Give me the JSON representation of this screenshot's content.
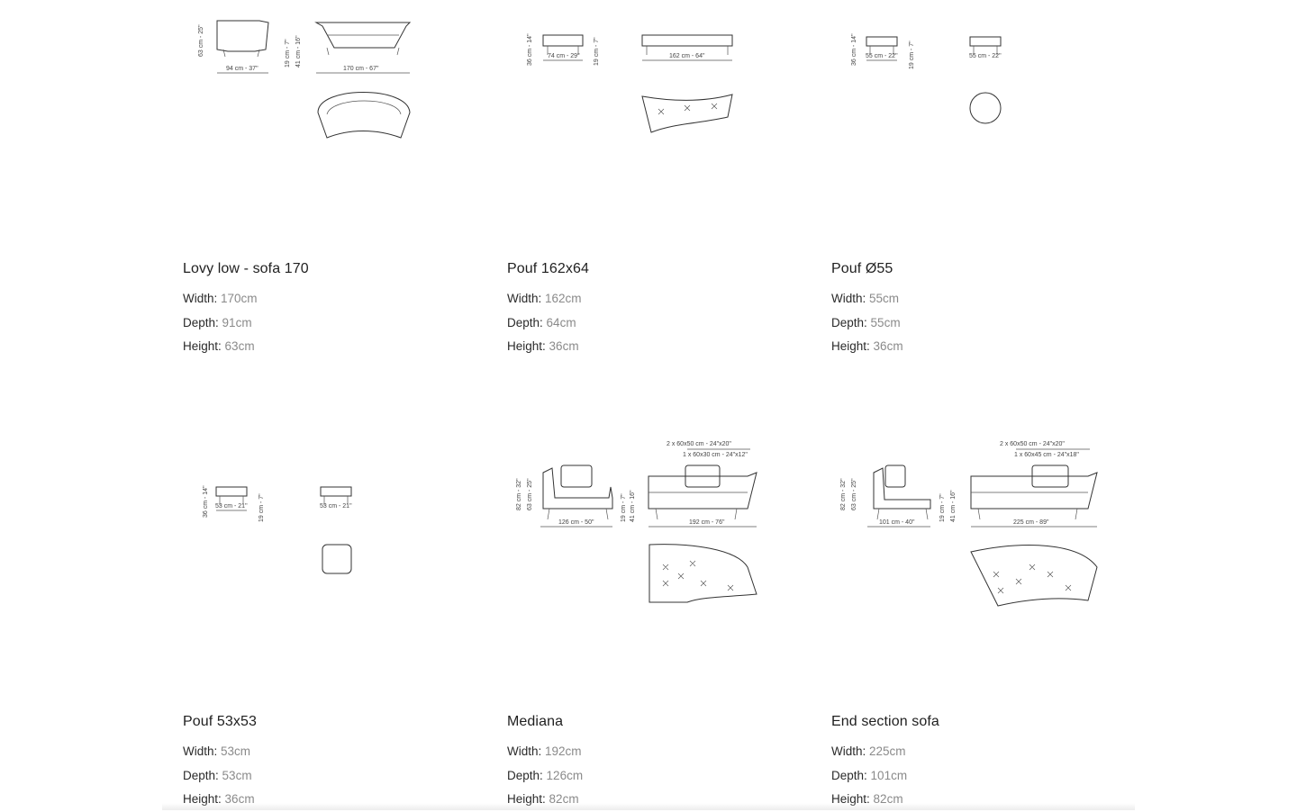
{
  "labels": {
    "width": "Width:",
    "depth": "Depth:",
    "height": "Height:"
  },
  "products": [
    {
      "name": "Lovy low - sofa 170",
      "width": "170cm",
      "depth": "91cm",
      "height": "63cm",
      "drawing_labels": [
        "63 cm - 25\"",
        "94 cm - 37\"",
        "19 cm - 7\"",
        "41 cm - 16\"",
        "170 cm - 67\""
      ]
    },
    {
      "name": "Pouf 162x64",
      "width": "162cm",
      "depth": "64cm",
      "height": "36cm",
      "drawing_labels": [
        "36 cm - 14\"",
        "74 cm - 29\"",
        "19 cm - 7\"",
        "162 cm - 64\""
      ]
    },
    {
      "name": "Pouf Ø55",
      "width": "55cm",
      "depth": "55cm",
      "height": "36cm",
      "drawing_labels": [
        "36 cm - 14\"",
        "55 cm - 22\"",
        "19 cm - 7\"",
        "55 cm - 22\""
      ]
    },
    {
      "name": "Pouf 53x53",
      "width": "53cm",
      "depth": "53cm",
      "height": "36cm",
      "drawing_labels": [
        "36 cm - 14\"",
        "53 cm - 21\"",
        "19 cm - 7\"",
        "53 cm - 21\""
      ]
    },
    {
      "name": "Mediana",
      "width": "192cm",
      "depth": "126cm",
      "height": "82cm",
      "drawing_labels": [
        "82 cm - 32\"",
        "63 cm - 25\"",
        "126 cm - 50\"",
        "19 cm - 7\"",
        "41 cm - 16\"",
        "192 cm - 76\"",
        "2 x 60x50 cm - 24\"x20\"",
        "1 x 60x30 cm - 24\"x12\""
      ]
    },
    {
      "name": "End section sofa",
      "width": "225cm",
      "depth": "101cm",
      "height": "82cm",
      "drawing_labels": [
        "82 cm - 32\"",
        "63 cm - 25\"",
        "101 cm - 40\"",
        "19 cm - 7\"",
        "41 cm - 16\"",
        "225 cm - 89\"",
        "2 x 60x50 cm - 24\"x20\"",
        "1 x 60x45 cm - 24\"x18\""
      ]
    }
  ]
}
